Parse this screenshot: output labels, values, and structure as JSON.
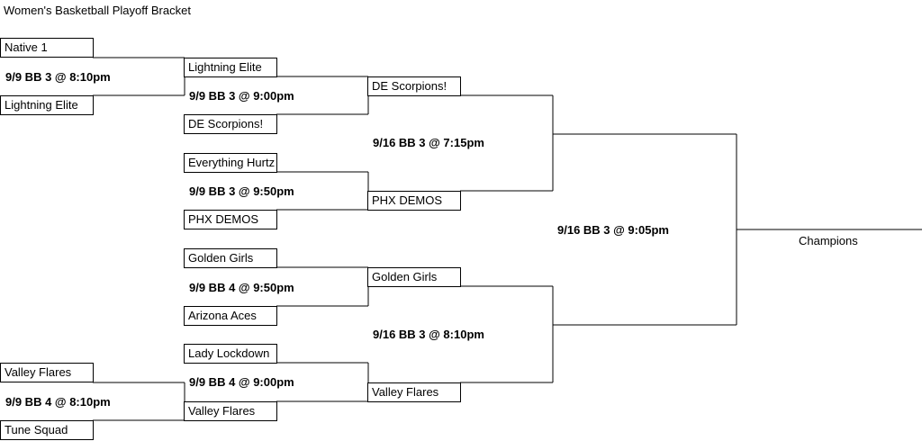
{
  "title": "Women's Basketball Playoff Bracket",
  "round1": [
    {
      "top": "Native 1",
      "game": "9/9 BB 3 @ 8:10pm",
      "bottom": "Lightning Elite"
    },
    {
      "top": "Valley Flares",
      "game": "9/9 BB 4 @ 8:10pm",
      "bottom": "Tune Squad"
    }
  ],
  "round2": [
    {
      "top": "Lightning Elite",
      "game": "9/9 BB 3 @ 9:00pm",
      "bottom": "DE Scorpions!"
    },
    {
      "top": "Everything Hurtz",
      "game": "9/9 BB 3 @ 9:50pm",
      "bottom": "PHX DEMOS"
    },
    {
      "top": "Golden Girls",
      "game": "9/9 BB 4 @ 9:50pm",
      "bottom": "Arizona Aces"
    },
    {
      "top": "Lady Lockdown",
      "game": "9/9 BB 4 @ 9:00pm",
      "bottom": "Valley Flares"
    }
  ],
  "round3": [
    {
      "top": "DE Scorpions!",
      "game": "9/16 BB 3 @ 7:15pm",
      "bottom": "PHX DEMOS"
    },
    {
      "top": "Golden Girls",
      "game": "9/16 BB 3 @ 8:10pm",
      "bottom": "Valley Flares"
    }
  ],
  "final": {
    "game": "9/16 BB 3 @ 9:05pm",
    "label": "Champions"
  }
}
